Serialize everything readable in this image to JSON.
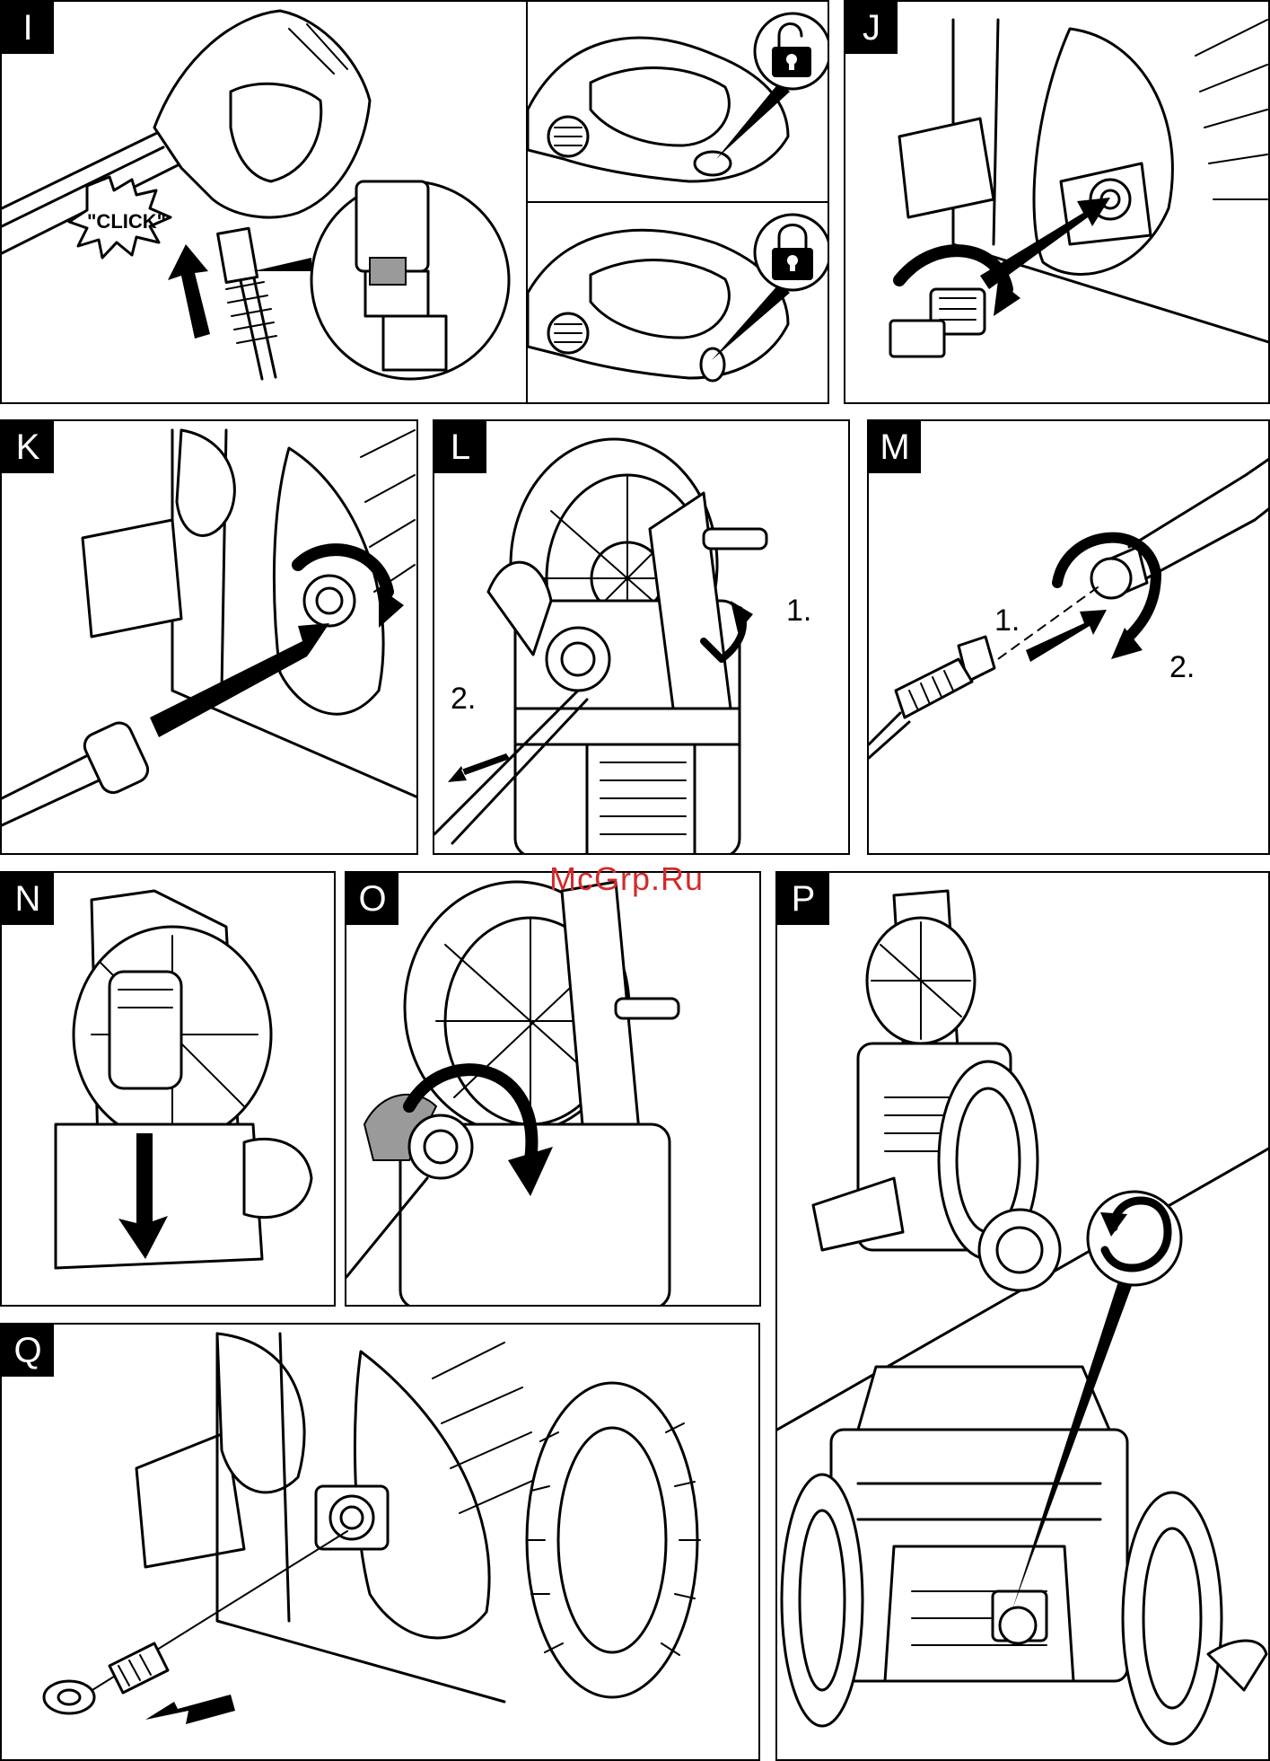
{
  "panels": {
    "I": {
      "tag": "I",
      "click_text": "\"CLICK\""
    },
    "J": {
      "tag": "J"
    },
    "K": {
      "tag": "K"
    },
    "L": {
      "tag": "L",
      "step1": "1.",
      "step2": "2."
    },
    "M": {
      "tag": "M",
      "step1": "1.",
      "step2": "2."
    },
    "N": {
      "tag": "N"
    },
    "O": {
      "tag": "O"
    },
    "P": {
      "tag": "P"
    },
    "Q": {
      "tag": "Q"
    }
  },
  "watermark": "McGrp.Ru",
  "colors": {
    "line": "#000000",
    "tag_background": "#000000",
    "watermark": "#d42a2a",
    "highlight_gray": "#9a9a9a"
  },
  "icons": [
    "unlock-icon",
    "lock-icon",
    "rotate-arrow-icon",
    "direction-arrow-icon"
  ]
}
